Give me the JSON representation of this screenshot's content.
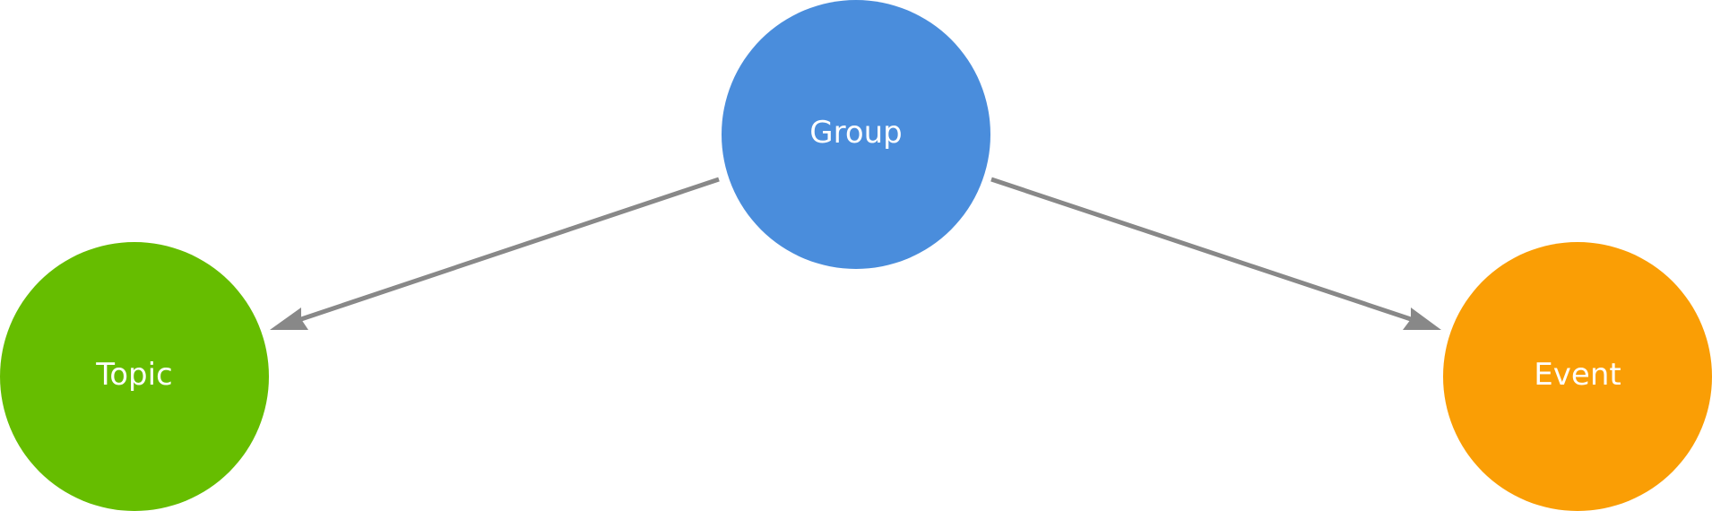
{
  "nodes": [
    {
      "id": "group",
      "label": "Group",
      "color": "#4a8ddc"
    },
    {
      "id": "topic",
      "label": "Topic",
      "color": "#66bd00"
    },
    {
      "id": "event",
      "label": "Event",
      "color": "#fa9e05"
    }
  ],
  "edges": [
    {
      "from": "group",
      "to": "topic",
      "color": "#888888"
    },
    {
      "from": "group",
      "to": "event",
      "color": "#888888"
    }
  ]
}
